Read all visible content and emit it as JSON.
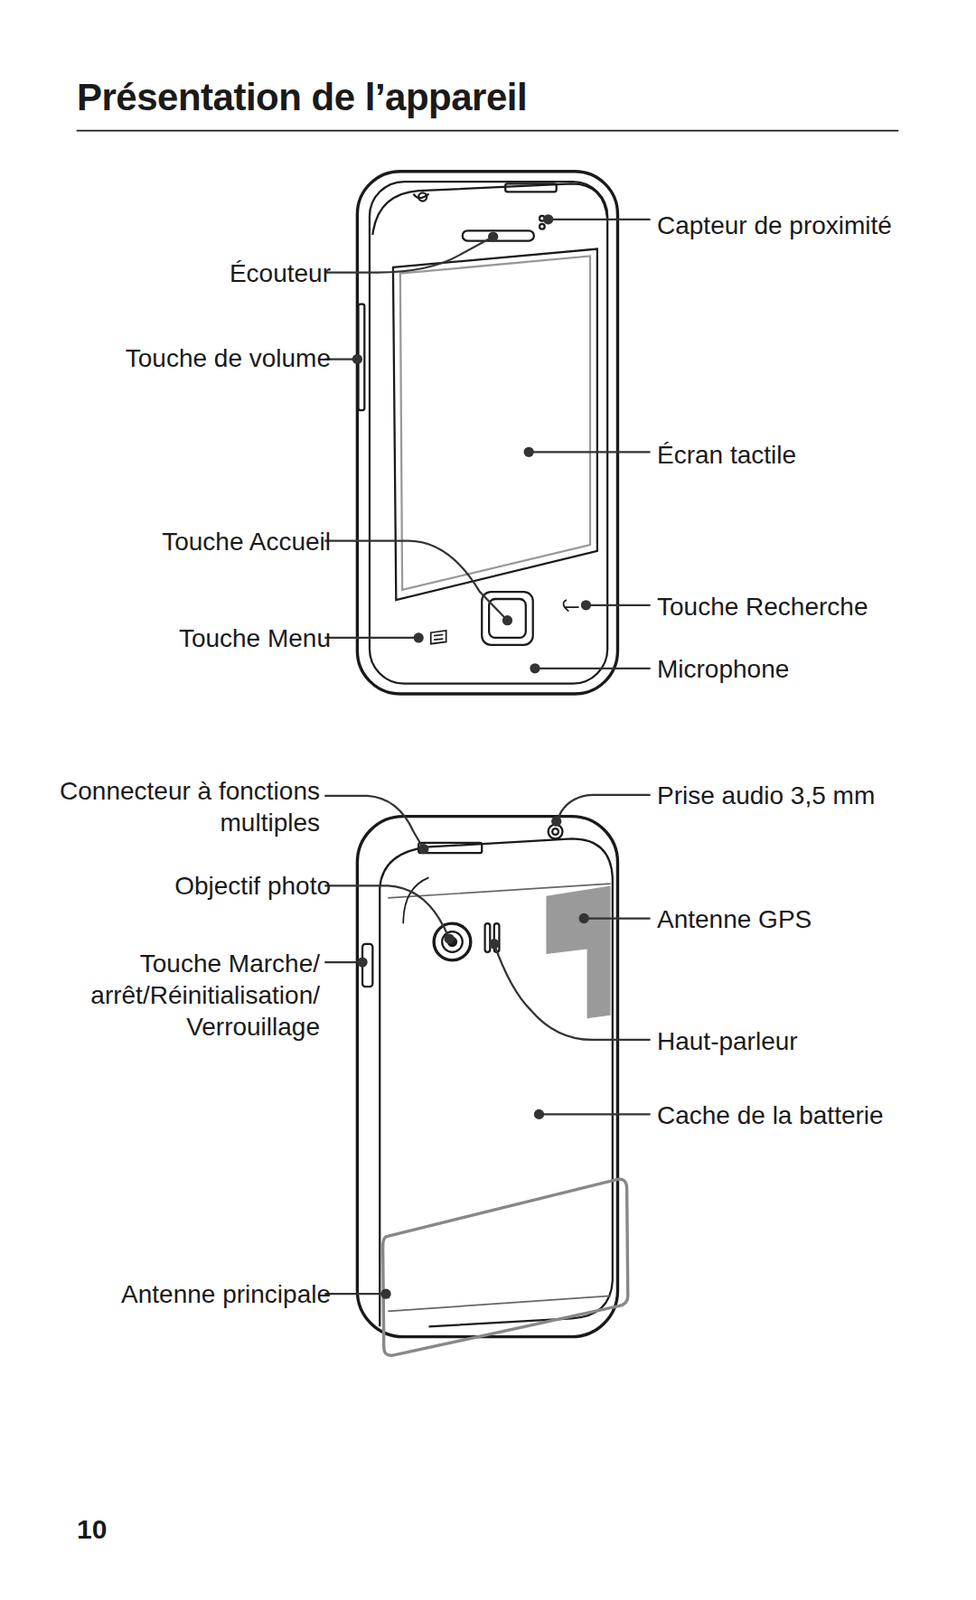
{
  "diagram": {
    "title": "Présentation de l’appareil",
    "labels": [
      "Écouteur",
      "Capteur de proximité",
      "Touche de volume",
      "Écran tactile",
      "Touche Accueil",
      "Touche Recherche",
      "Touche Menu",
      "Microphone",
      "Connecteur à fonctions multiples",
      "Prise audio 3,5 mm",
      "Objectif photo",
      "Antenne GPS",
      "Touche Marche/ arrêt/Réinitialisation/ Verrouillage",
      "Haut-parleur",
      "Cache de la batterie",
      "Antenne principale",
      "10"
    ]
  }
}
